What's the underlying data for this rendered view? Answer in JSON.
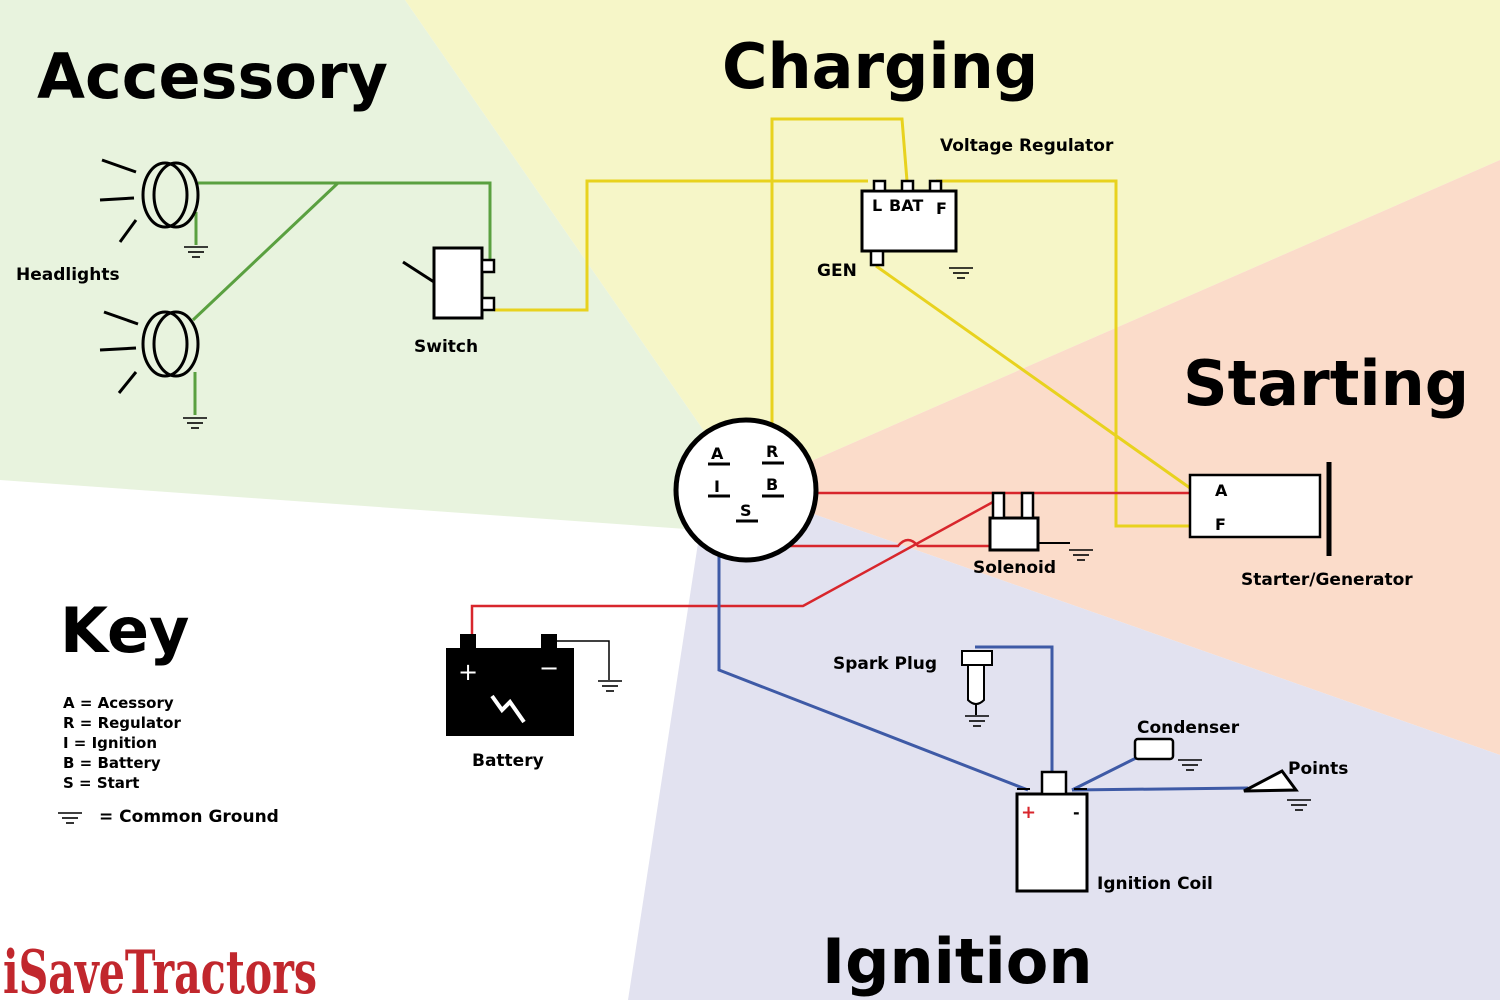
{
  "sections": {
    "accessory": "Accessory",
    "charging": "Charging",
    "starting": "Starting",
    "ignition": "Ignition",
    "key": "Key"
  },
  "labels": {
    "headlights": "Headlights",
    "switch": "Switch",
    "voltage_regulator": "Voltage Regulator",
    "gen": "GEN",
    "solenoid": "Solenoid",
    "starter_generator": "Starter/Generator",
    "battery": "Battery",
    "spark_plug": "Spark Plug",
    "condenser": "Condenser",
    "points": "Points",
    "ignition_coil": "Ignition Coil"
  },
  "regulator_terminals": {
    "l": "L",
    "bat": "BAT",
    "f": "F"
  },
  "ignition_switch_terminals": {
    "a": "A",
    "r": "R",
    "i": "I",
    "b": "B",
    "s": "S"
  },
  "starter_terminals": {
    "a": "A",
    "f": "F"
  },
  "battery_polarity": {
    "plus": "+",
    "minus": "−"
  },
  "coil_polarity": {
    "plus": "+",
    "minus": "-"
  },
  "key": {
    "items": [
      "A = Acessory",
      "R = Regulator",
      "I = Ignition",
      "B = Battery",
      "S = Start"
    ],
    "ground": "= Common Ground"
  },
  "brand": "iSaveTractors",
  "colors": {
    "accessory_bg": "#e8f3de",
    "charging_bg": "#f6f6c8",
    "starting_bg": "#fbdcca",
    "ignition_bg": "#e2e2f0",
    "accessory_wire": "#5aa040",
    "charging_wire": "#e8d21e",
    "starting_wire": "#d8262c",
    "ignition_wire": "#3e5aa6",
    "brand": "#c1272d"
  }
}
